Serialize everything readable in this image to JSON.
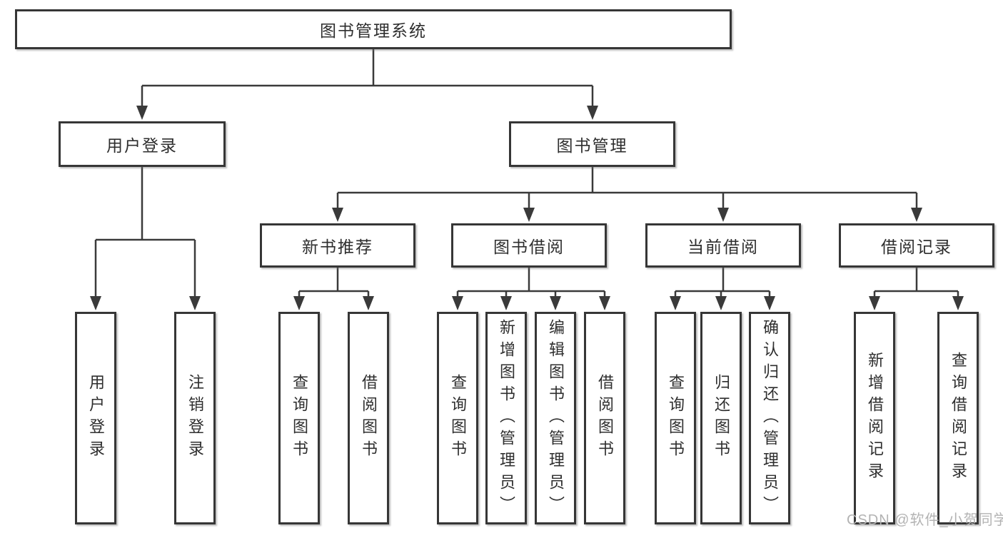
{
  "diagram": {
    "root": "图书管理系统",
    "level2": {
      "user_login": "用户登录",
      "book_mgmt": "图书管理"
    },
    "level3": {
      "new_books": "新书推荐",
      "book_borrow": "图书借阅",
      "current_borrow": "当前借阅",
      "borrow_records": "借阅记录"
    },
    "leaves": {
      "user_login_leaf": "用户登录",
      "logout": "注销登录",
      "nb_query": "查询图书",
      "nb_borrow": "借阅图书",
      "bb_query": "查询图书",
      "bb_add": "新增图书（管理员）",
      "bb_edit": "编辑图书（管理员）",
      "bb_borrow": "借阅图书",
      "cb_query": "查询图书",
      "cb_return": "归还图书",
      "cb_confirm": "确认归还（管理员）",
      "br_add": "新增借阅记录",
      "br_query": "查询借阅记录"
    }
  },
  "watermark": "CSDN @软件_小贺同学",
  "colors": {
    "line": "#3a3a3a",
    "box_border": "#363636",
    "box_fill": "#ffffff",
    "text": "#2e2e2e",
    "watermark": "#b3b3b3"
  }
}
